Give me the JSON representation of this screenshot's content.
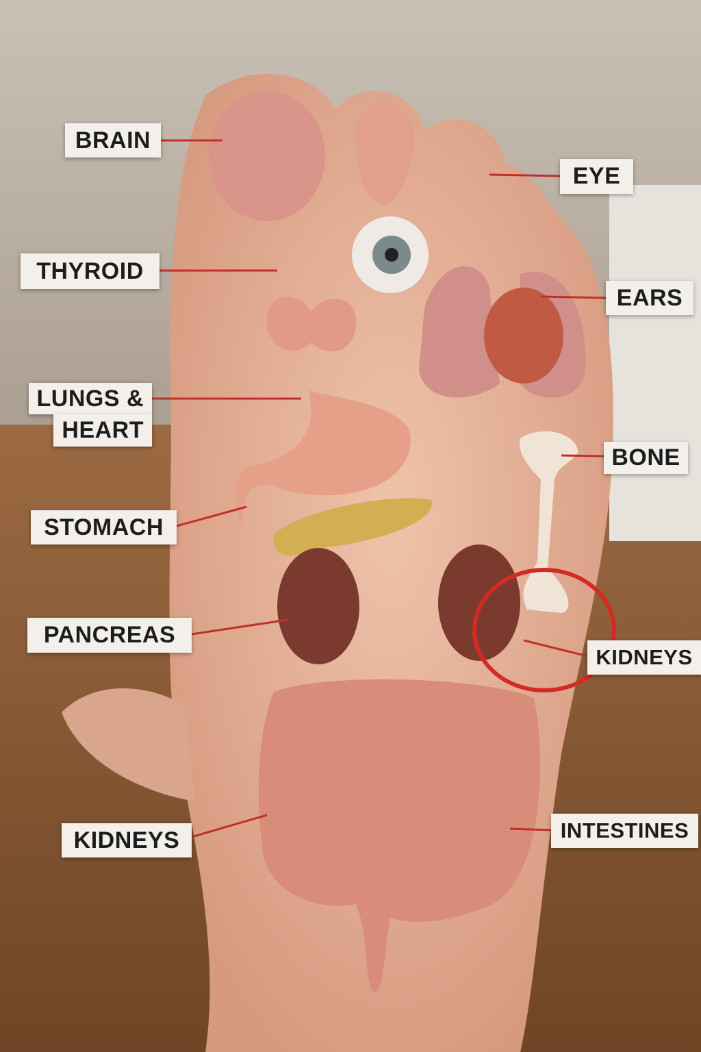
{
  "labels": {
    "brain": "BRAIN",
    "thyroid": "THYROID",
    "lungs_heart_line1": "LUNGS &",
    "lungs_heart_line2": "HEART",
    "stomach": "STOMACH",
    "pancreas": "PANCREAS",
    "kidneys_left": "KIDNEYS",
    "eye": "EYE",
    "ears": "EARS",
    "bone": "BONE",
    "kidneys_right": "KIDNEYS",
    "intestines": "INTESTINES"
  },
  "colors": {
    "leader_line": "#c0302a",
    "highlight_circle": "#d42a24",
    "label_bg": "#f3f0ec",
    "skin": "#e4a98f",
    "floor": "#8a5a35",
    "wall": "#cfc6bb"
  }
}
